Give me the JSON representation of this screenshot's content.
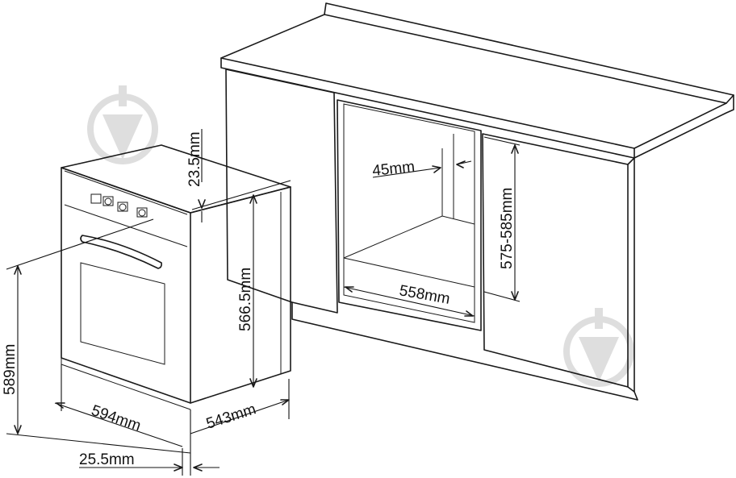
{
  "labels": {
    "oven_height": "589mm",
    "oven_width": "594mm",
    "oven_panel_thickness": "25.5mm",
    "oven_body_height": "566.5mm",
    "oven_depth": "543mm",
    "oven_top_offset": "23.5mm",
    "niche_back_gap": "45mm",
    "niche_width": "558mm",
    "niche_height": "575-585mm"
  },
  "icons": {
    "watermark": "brand-logo-icon",
    "controls": "oven-control-knobs-icon"
  },
  "colors": {
    "line": "#1a1a1a",
    "watermark": "#dedede"
  }
}
